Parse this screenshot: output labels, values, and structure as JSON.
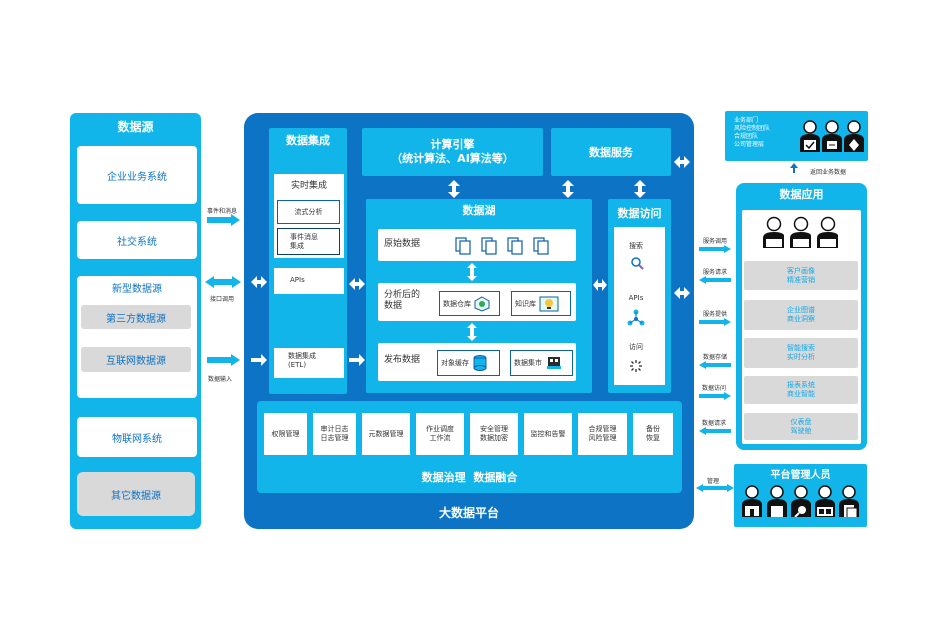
{
  "source": {
    "title": "数据源",
    "enterprise": "企业业务系统",
    "social": "社交系统",
    "new_source": "新型数据源",
    "third_party": "第三方数据源",
    "internet": "互联网数据源",
    "iot": "物联网系统",
    "other": "其它数据源"
  },
  "links": {
    "event_msg": "事件和消息",
    "api_call": "接口调用",
    "data_input": "数据输入"
  },
  "platform": {
    "title": "大数据平台",
    "integration": {
      "title": "数据集成",
      "realtime": "实时集成",
      "stream": "流式分析",
      "event_msg_integration": "事件消息\n集成",
      "apis": "APIs",
      "etl": "数据集成\n(ETL)"
    },
    "compute": {
      "title": "计算引擎\n（统计算法、AI算法等）"
    },
    "service": {
      "title": "数据服务"
    },
    "lake": {
      "title": "数据湖",
      "raw": "原始数据",
      "analyzed": "分析后的\n数据",
      "warehouse": "数据仓库",
      "knowledge": "知识库",
      "publish": "发布数据",
      "object_cache": "对象缓存",
      "data_mart": "数据集市"
    },
    "access": {
      "title": "数据访问",
      "search": "搜索",
      "apis": "APIs",
      "visit": "访问"
    },
    "governance": {
      "tools": [
        "权限管理",
        "审计日志\n日志管理",
        "元数据管理",
        "作业调度\n工作流",
        "安全管理\n数据加密",
        "监控和告警",
        "合规管理\n风险管理",
        "备份\n恢复"
      ],
      "footer": "数据治理  数据融合"
    }
  },
  "right_links": {
    "service_call": "服务调用",
    "service_request": "服务请求",
    "service_provide": "服务提供",
    "data_storage": "数据存储",
    "data_access": "数据访问",
    "data_request": "数据请求",
    "manage": "管理",
    "business_data": "返回业务数据"
  },
  "departments": {
    "lines": [
      "业务部门",
      "风险控制团队",
      "合规团队",
      "公司管理层"
    ]
  },
  "apps": {
    "title": "数据应用",
    "items": [
      "客户画像\n精准营销",
      "企业图谱\n商业洞察",
      "智能搜索\n实时分析",
      "报表系统\n商业智能",
      "仪表盘\n驾驶舱"
    ]
  },
  "admins": {
    "title": "平台管理人员"
  },
  "colors": {
    "primary": "#0d73c5",
    "accent": "#12b5ea",
    "dark": "#0d5fa8"
  }
}
